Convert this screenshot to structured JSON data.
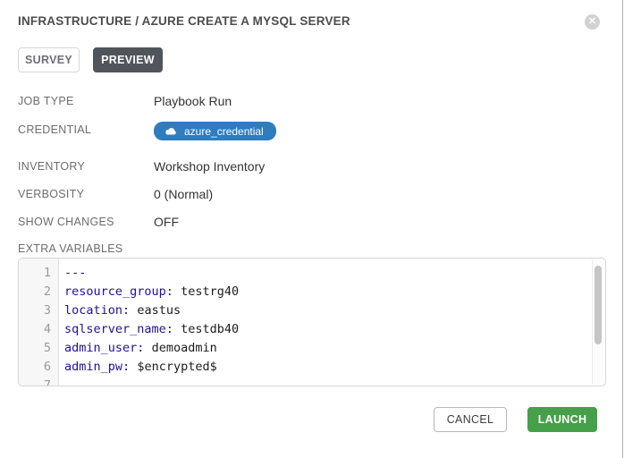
{
  "header": {
    "title": "INFRASTRUCTURE / AZURE CREATE A MYSQL SERVER"
  },
  "tabs": [
    {
      "label": "SURVEY",
      "active": false
    },
    {
      "label": "PREVIEW",
      "active": true
    }
  ],
  "details": {
    "rows": [
      {
        "label": "JOB TYPE",
        "value": "Playbook Run"
      },
      {
        "label": "CREDENTIAL",
        "value": "azure_credential",
        "badge": true,
        "icon": "cloud-icon"
      },
      {
        "label": "INVENTORY",
        "value": "Workshop Inventory"
      },
      {
        "label": "VERBOSITY",
        "value": "0 (Normal)"
      },
      {
        "label": "SHOW CHANGES",
        "value": "OFF"
      }
    ]
  },
  "extra_variables": {
    "label": "EXTRA VARIABLES",
    "lines": [
      {
        "num": "1",
        "key": "---",
        "value": ""
      },
      {
        "num": "2",
        "key": "resource_group:",
        "value": "testrg40"
      },
      {
        "num": "3",
        "key": "location:",
        "value": "eastus"
      },
      {
        "num": "4",
        "key": "sqlserver_name:",
        "value": "testdb40"
      },
      {
        "num": "5",
        "key": "admin_user:",
        "value": "demoadmin"
      },
      {
        "num": "6",
        "key": "admin_pw:",
        "value": "$encrypted$"
      },
      {
        "num": "7",
        "key": "",
        "value": ""
      }
    ]
  },
  "footer": {
    "cancel_label": "CANCEL",
    "launch_label": "LAUNCH"
  },
  "icons": {
    "close": "close-icon",
    "credential": "cloud-icon"
  },
  "colors": {
    "badge_blue": "#2f7cbf",
    "launch_green": "#45a049",
    "tab_active_bg": "#50555c",
    "yaml_key": "#221199"
  }
}
